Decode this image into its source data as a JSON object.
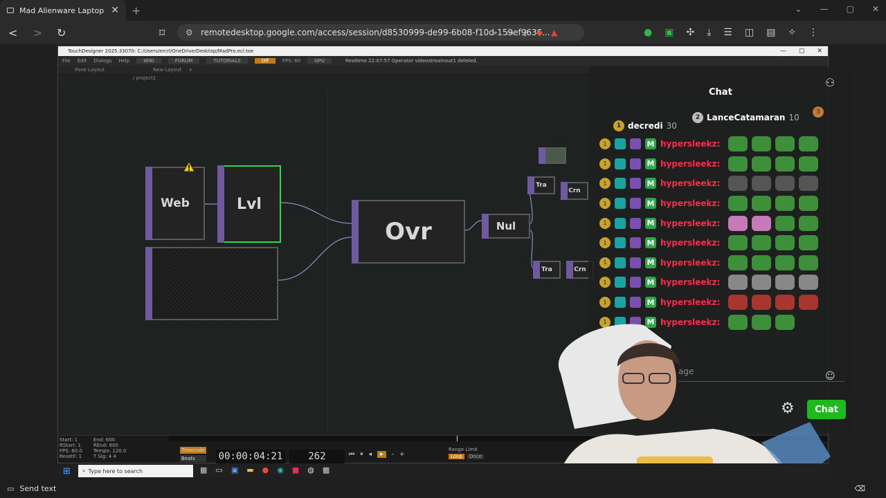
{
  "browser": {
    "tab_title": "Mad Alienware Laptop",
    "url": "remotedesktop.google.com/access/session/d8530999-de99-6b08-f10d-159ef9636..."
  },
  "td": {
    "title": "TouchDesigner 2025.33070: C:/Users/ercrl/OneDrive/Desktop/MadPro.ecl.toe",
    "menu": [
      "File",
      "Edit",
      "Dialogs",
      "Help"
    ],
    "toolbar": [
      "WIKI",
      "FORUM",
      "TUTORIALS",
      "Off",
      "FPS: 60",
      "GPU"
    ],
    "status": "Realtime  22:07:57 Operator videostreamout1 deleted.",
    "pane_label": "Pane Layout",
    "new_layout": "New Layout",
    "path": "/ project1",
    "nodes": {
      "web": "Web",
      "lvl": "Lvl",
      "ovr": "Ovr",
      "nul": "Nul",
      "tra1": "Tra",
      "crn1": "Crn",
      "tra2": "Tra",
      "crn2": "Crn"
    },
    "timeline": {
      "stats": [
        "Start: 1",
        "RStart: 1",
        "FPS: 60.0",
        "ResetF: 1"
      ],
      "stats2": [
        "End: 600",
        "REnd: 600",
        "Tempo: 120.0",
        "T Sig: 4 4"
      ],
      "mode_timecode": "Timecode",
      "mode_beats": "Beats",
      "timecode": "00:00:04:21",
      "frame": "262",
      "range_limit": "Range Limit",
      "loop": "Loop",
      "once": "Once"
    }
  },
  "chat": {
    "title": "Chat",
    "leader1": {
      "rank": "1",
      "name": "decredi",
      "score": "30"
    },
    "leader2": {
      "rank": "2",
      "name": "LanceCatamaran",
      "score": "10"
    },
    "leader3_rank": "3",
    "username": "hypersleekz:",
    "input_placeholder": "age",
    "chat_button": "Chat"
  },
  "taskbar": {
    "search_placeholder": "Type here to search"
  },
  "bottom": {
    "send_text": "Send text"
  }
}
